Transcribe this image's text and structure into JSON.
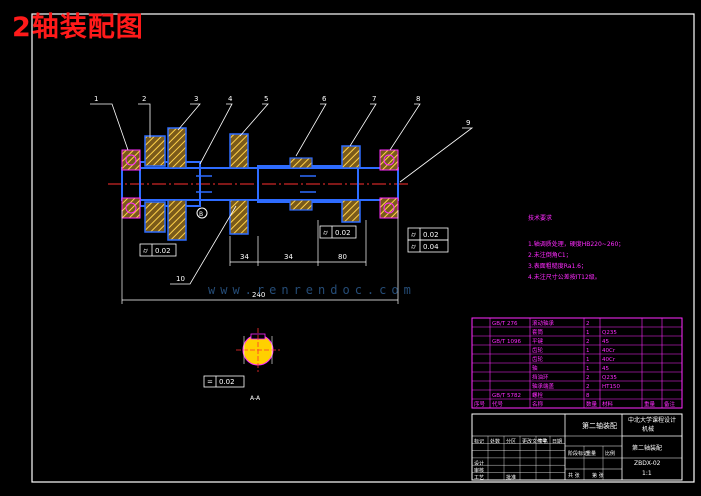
{
  "title": "2轴装配图",
  "watermark": "www.renrendoc.com",
  "part_numbers": [
    "1",
    "2",
    "3",
    "4",
    "5",
    "6",
    "7",
    "8",
    "9",
    "10"
  ],
  "tolerances": {
    "left": "0.02",
    "middle": "0.02",
    "right_top": "0.02",
    "right_bottom": "0.04",
    "section": "0.02"
  },
  "datum_label": "B",
  "section_label": "A-A",
  "dimensions": {
    "d1": "34",
    "d2": "34",
    "d3": "80",
    "overall": "240"
  },
  "tech_req": {
    "heading": "技术要求",
    "items": [
      "1.轴调质处理，硬度HB220~260；",
      "2.未注倒角C1；",
      "3.表面粗糙度Ra1.6；",
      "4.未注尺寸公差按IT12级。"
    ]
  },
  "parts_table": {
    "rows": [
      {
        "no": "",
        "code": "GB/T 276",
        "name": "滚动轴承",
        "qty": "2",
        "material": "",
        "weight": "",
        "note": ""
      },
      {
        "no": "",
        "code": "",
        "name": "套筒",
        "qty": "1",
        "material": "Q235",
        "weight": "",
        "note": ""
      },
      {
        "no": "",
        "code": "GB/T 1096",
        "name": "平键",
        "qty": "2",
        "material": "45",
        "weight": "",
        "note": ""
      },
      {
        "no": "",
        "code": "",
        "name": "齿轮",
        "qty": "1",
        "material": "40Cr",
        "weight": "",
        "note": ""
      },
      {
        "no": "",
        "code": "",
        "name": "齿轮",
        "qty": "1",
        "material": "40Cr",
        "weight": "",
        "note": ""
      },
      {
        "no": "",
        "code": "",
        "name": "轴",
        "qty": "1",
        "material": "45",
        "weight": "",
        "note": ""
      },
      {
        "no": "",
        "code": "",
        "name": "挡油环",
        "qty": "2",
        "material": "Q235",
        "weight": "",
        "note": ""
      },
      {
        "no": "",
        "code": "",
        "name": "轴承端盖",
        "qty": "2",
        "material": "HT150",
        "weight": "",
        "note": ""
      },
      {
        "no": "",
        "code": "GB/T 5782",
        "name": "螺栓",
        "qty": "8",
        "material": "",
        "weight": "",
        "note": ""
      }
    ],
    "header": {
      "no": "序号",
      "code": "代号",
      "name": "名称",
      "qty": "数量",
      "material": "材料",
      "weight": "重量",
      "note": "备注"
    }
  },
  "title_block": {
    "drawing_name": "第二轴装配",
    "school": "中北大学课程设计",
    "unit": "机械",
    "sheet": "第二轴装配",
    "code": "ZBDX-02",
    "scale": "1:1",
    "labels": [
      "设计",
      "审核",
      "工艺",
      "批准",
      "标记",
      "处数",
      "分区",
      "更改文件号",
      "签名",
      "日期",
      "阶段标记",
      "重量",
      "比例",
      "共 张",
      "第 张"
    ]
  }
}
